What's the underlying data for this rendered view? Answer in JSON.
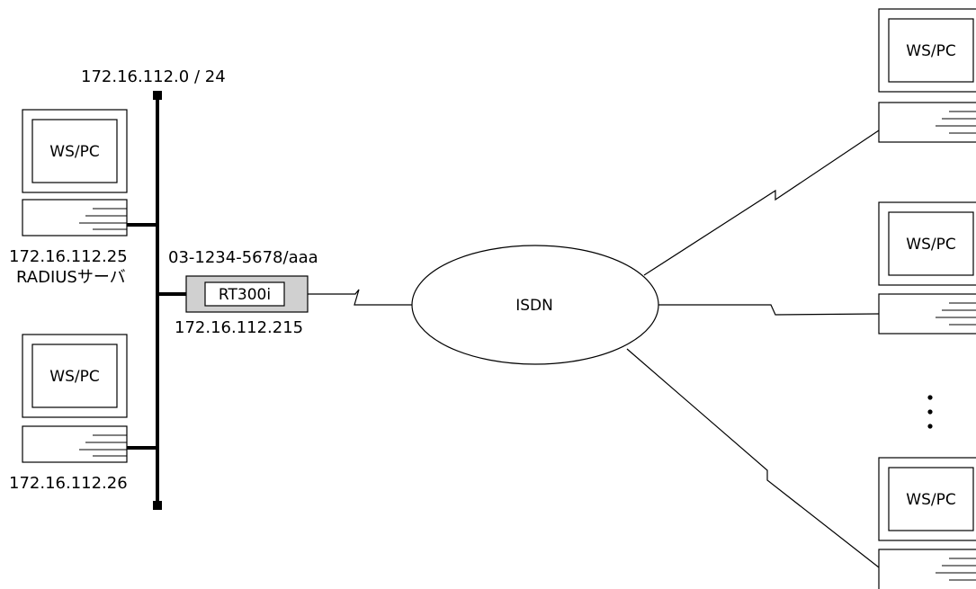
{
  "network": {
    "segment": "172.16.112.0 / 24"
  },
  "hosts": [
    {
      "label": "WS/PC",
      "ip": "172.16.112.25",
      "role": "RADIUSサーバ"
    },
    {
      "label": "WS/PC",
      "ip": "172.16.112.26"
    }
  ],
  "router": {
    "name": "RT300i",
    "isdn_number": "03-1234-5678/aaa",
    "ip": "172.16.112.215"
  },
  "cloud": {
    "label": "ISDN"
  },
  "remote_hosts": [
    {
      "label": "WS/PC"
    },
    {
      "label": "WS/PC"
    },
    {
      "label": "WS/PC"
    }
  ],
  "colors": {
    "router_fill": "#d0d0d0",
    "line": "#000000"
  }
}
